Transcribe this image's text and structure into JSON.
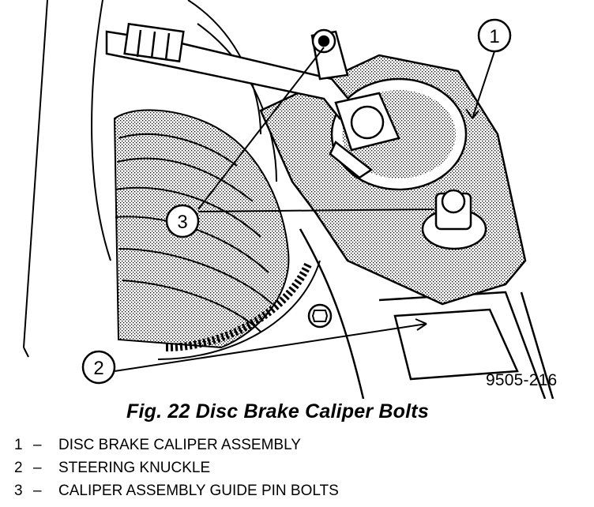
{
  "figure_id": "9505-216",
  "caption": "Fig. 22 Disc Brake Caliper Bolts",
  "callouts": [
    "1",
    "2",
    "3"
  ],
  "legend": [
    {
      "number": "1",
      "sep": "–",
      "text": "DISC BRAKE CALIPER ASSEMBLY"
    },
    {
      "number": "2",
      "sep": "–",
      "text": "STEERING KNUCKLE"
    },
    {
      "number": "3",
      "sep": "–",
      "text": "CALIPER ASSEMBLY GUIDE PIN BOLTS"
    }
  ],
  "colors": {
    "ink": "#000000",
    "paper": "#ffffff",
    "shade": "#bfbfbf"
  }
}
